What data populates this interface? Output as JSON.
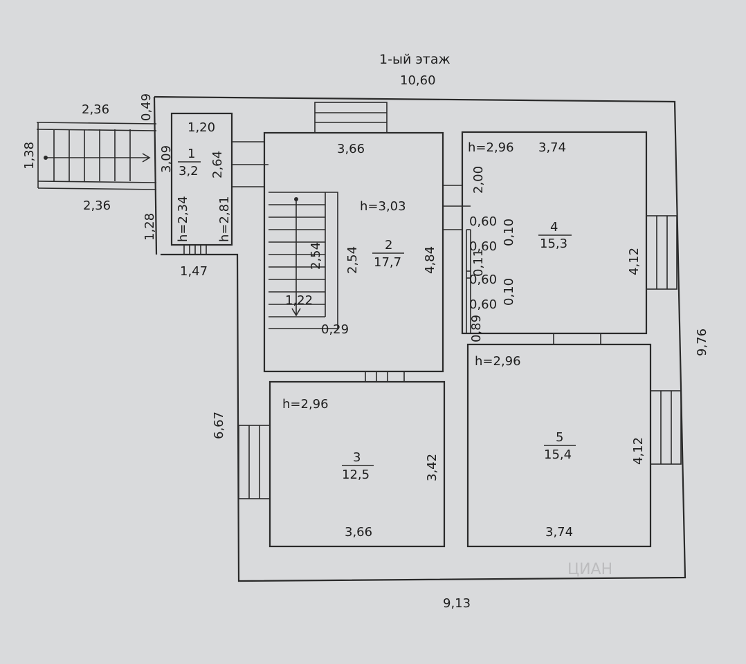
{
  "title": "1-ый этаж",
  "overall": {
    "top_width": "10,60",
    "bottom_width": "9,13",
    "right_height": "9,76",
    "left_lower_height": "6,67"
  },
  "porch": {
    "top_width": "2,36",
    "bottom_width": "2,36",
    "width": "1,38",
    "wall_top": "0,49",
    "wall_left": "1,28",
    "wall_bottom": "1,47"
  },
  "rooms": [
    {
      "number": "1",
      "area": "3,2",
      "dims": [
        "1,20",
        "3,09",
        "2,64",
        "h=2,34",
        "h=2,81"
      ]
    },
    {
      "number": "2",
      "area": "17,7",
      "dims": [
        "3,66",
        "h=3,03",
        "4,84",
        "2,54",
        "2,54",
        "1,22",
        "0,29"
      ]
    },
    {
      "number": "3",
      "area": "12,5",
      "dims": [
        "h=2,96",
        "3,42",
        "3,66"
      ]
    },
    {
      "number": "4",
      "area": "15,3",
      "dims": [
        "h=2,96",
        "3,74",
        "2,00",
        "4,12"
      ]
    },
    {
      "number": "5",
      "area": "15,4",
      "dims": [
        "h=2,96",
        "4,12",
        "3,74"
      ]
    }
  ],
  "partition": {
    "a": "0,60",
    "b": "0,10",
    "c": "0,60",
    "d": "0,11",
    "e": "0,60",
    "f": "0,10",
    "g": "0,60",
    "h": "0,89"
  },
  "watermark": "ЦИАН"
}
